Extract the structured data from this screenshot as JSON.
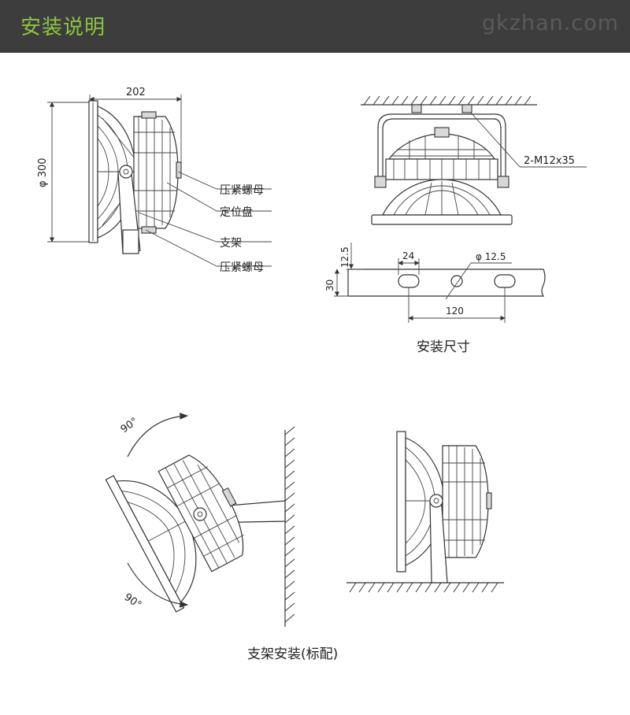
{
  "header": {
    "title": "安装说明"
  },
  "watermark": "gkzhan.com",
  "side_view": {
    "dim_width": "202",
    "dim_diameter": "φ 300",
    "callouts": [
      "压紧螺母",
      "定位盘",
      "支架",
      "压紧螺母"
    ]
  },
  "ceiling_view": {
    "bolt_label": "2-M12x35"
  },
  "bracket_dims": {
    "d_12_5": "12.5",
    "d_24": "24",
    "d_hole": "φ 12.5",
    "d_30": "30",
    "d_120": "120"
  },
  "captions": {
    "install_size": "安装尺寸",
    "bracket_install": "支架安装(标配)"
  },
  "rotation": {
    "top": "90°",
    "bottom": "90°"
  }
}
